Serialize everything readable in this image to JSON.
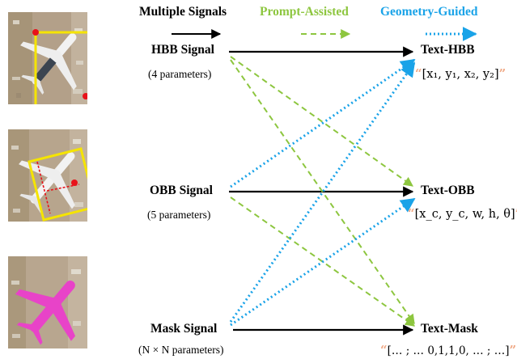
{
  "headers": {
    "multiple": "Multiple Signals",
    "prompt": "Prompt-Assisted",
    "geometry": "Geometry-Guided"
  },
  "signals": {
    "hbb": {
      "label": "HBB Signal",
      "params": "(4 parameters)"
    },
    "obb": {
      "label": "OBB Signal",
      "params": "(5 parameters)"
    },
    "mask": {
      "label": "Mask Signal",
      "params": "(N × N parameters)"
    }
  },
  "targets": {
    "hbb": {
      "label": "Text-HBB",
      "format": "[x₁, y₁, x₂, y₂]"
    },
    "obb": {
      "label": "Text-OBB",
      "format": "[x_c, y_c, w, h, θ]"
    },
    "mask": {
      "label": "Text-Mask",
      "format": "[… ; … 0,1,1,0, … ; …]"
    }
  },
  "quote_open": "“",
  "quote_close": "”",
  "colors": {
    "solid": "#000000",
    "prompt": "#8dc63f",
    "geometry": "#1aa3e8",
    "box": "#f5e400",
    "keypoint": "#e8121a",
    "mask": "#e843c8",
    "quote": "#f0a884"
  }
}
